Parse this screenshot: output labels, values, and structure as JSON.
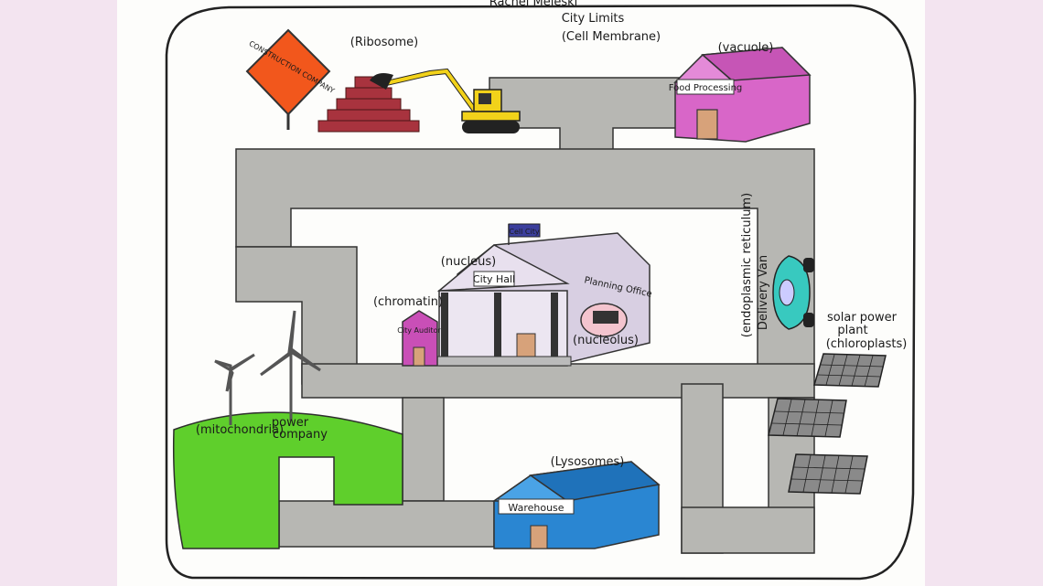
{
  "header": {
    "author": "Rachel Meleski",
    "title_line1": "City Limits",
    "title_line2": "(Cell Membrane)"
  },
  "labels": {
    "ribosome": "(Ribosome)",
    "construction_sign": "CONSTRUCTION COMPANY",
    "vacuole": "(vacuole)",
    "food_processing": "Food Processing",
    "cell_city_flag": "Cell City",
    "nucleus": "(nucleus)",
    "city_hall": "City Hall",
    "planning_office": "Planning Office",
    "nucleolus": "(nucleolus)",
    "chromatin": "(chromatin)",
    "city_auditor": "City Auditor",
    "er": "(endoplasmic reticulum)",
    "delivery_van": "Delivery Van",
    "solar_line1": "solar power",
    "solar_line2": "plant",
    "solar_line3": "(chloroplasts)",
    "mitochondria": "(mitochondria)",
    "power": "power",
    "company": "company",
    "lysosomes": "(Lysosomes)",
    "warehouse": "Warehouse"
  },
  "colors": {
    "road": "#b7b7b3",
    "grass": "#5fcf2c",
    "vacuole": "#d866c8",
    "warehouse": "#2a86d2",
    "sign": "#f2571c",
    "van": "#38c9bf"
  }
}
